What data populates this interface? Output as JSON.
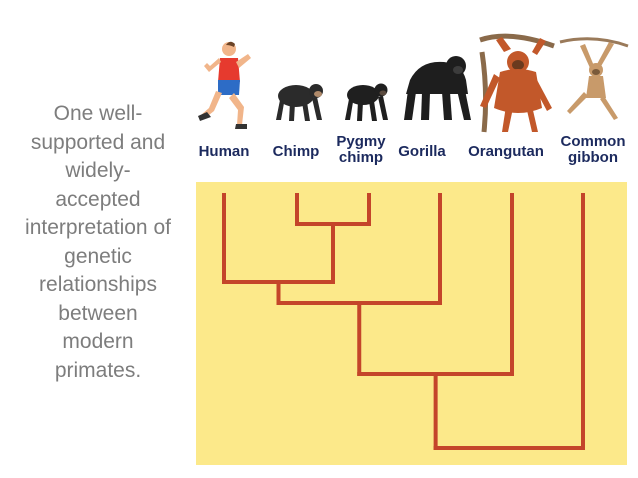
{
  "caption": "One well-supported and widely-accepted interpretation of genetic relationships between modern primates.",
  "caption_lines": [
    "One well-",
    "supported and",
    "widely-",
    "accepted",
    "interpretation of",
    "genetic",
    "relationships",
    "between",
    "modern",
    "primates."
  ],
  "taxa": [
    {
      "lines": [
        "Human"
      ],
      "icon": "running-human-icon"
    },
    {
      "lines": [
        "Chimp"
      ],
      "icon": "chimpanzee-icon"
    },
    {
      "lines": [
        "Pygmy",
        "chimp"
      ],
      "icon": "bonobo-icon"
    },
    {
      "lines": [
        "Gorilla"
      ],
      "icon": "gorilla-icon"
    },
    {
      "lines": [
        "Orangutan"
      ],
      "icon": "orangutan-icon"
    },
    {
      "lines": [
        "Common",
        "gibbon"
      ],
      "icon": "gibbon-icon"
    }
  ],
  "tree": {
    "leaves": [
      "Human",
      "Chimp",
      "Pygmy chimp",
      "Gorilla",
      "Orangutan",
      "Common gibbon"
    ],
    "clades": [
      [
        "Chimp",
        "Pygmy chimp"
      ],
      [
        "Human",
        "Chimp",
        "Pygmy chimp"
      ],
      [
        "Human",
        "Chimp",
        "Pygmy chimp",
        "Gorilla"
      ],
      [
        "Human",
        "Chimp",
        "Pygmy chimp",
        "Gorilla",
        "Orangutan"
      ],
      [
        "Human",
        "Chimp",
        "Pygmy chimp",
        "Gorilla",
        "Orangutan",
        "Common gibbon"
      ]
    ]
  },
  "colors": {
    "panel": "#fce98a",
    "branch": "#c4452a",
    "label": "#1c2a5e",
    "caption": "#7d7d7d"
  }
}
